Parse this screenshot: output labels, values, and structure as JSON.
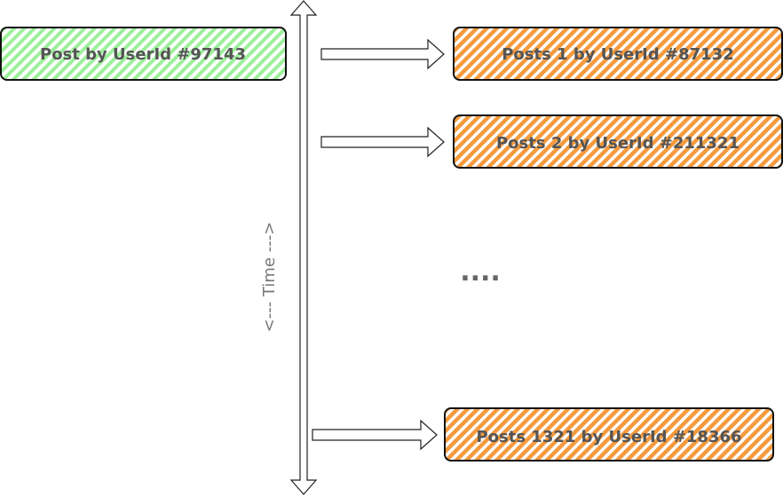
{
  "source_post": {
    "label": "Post by UserId #97143",
    "fill_color": "#9CF09A"
  },
  "time_axis": {
    "label": "<---   Time   --->"
  },
  "related_posts": [
    {
      "label": "Posts 1 by UserId #87132"
    },
    {
      "label": "Posts 2 by UserId #211321"
    },
    {
      "label": "Posts 1321 by UserId #18366"
    }
  ],
  "related_fill_color": "#F59A3D",
  "ellipsis": "...."
}
